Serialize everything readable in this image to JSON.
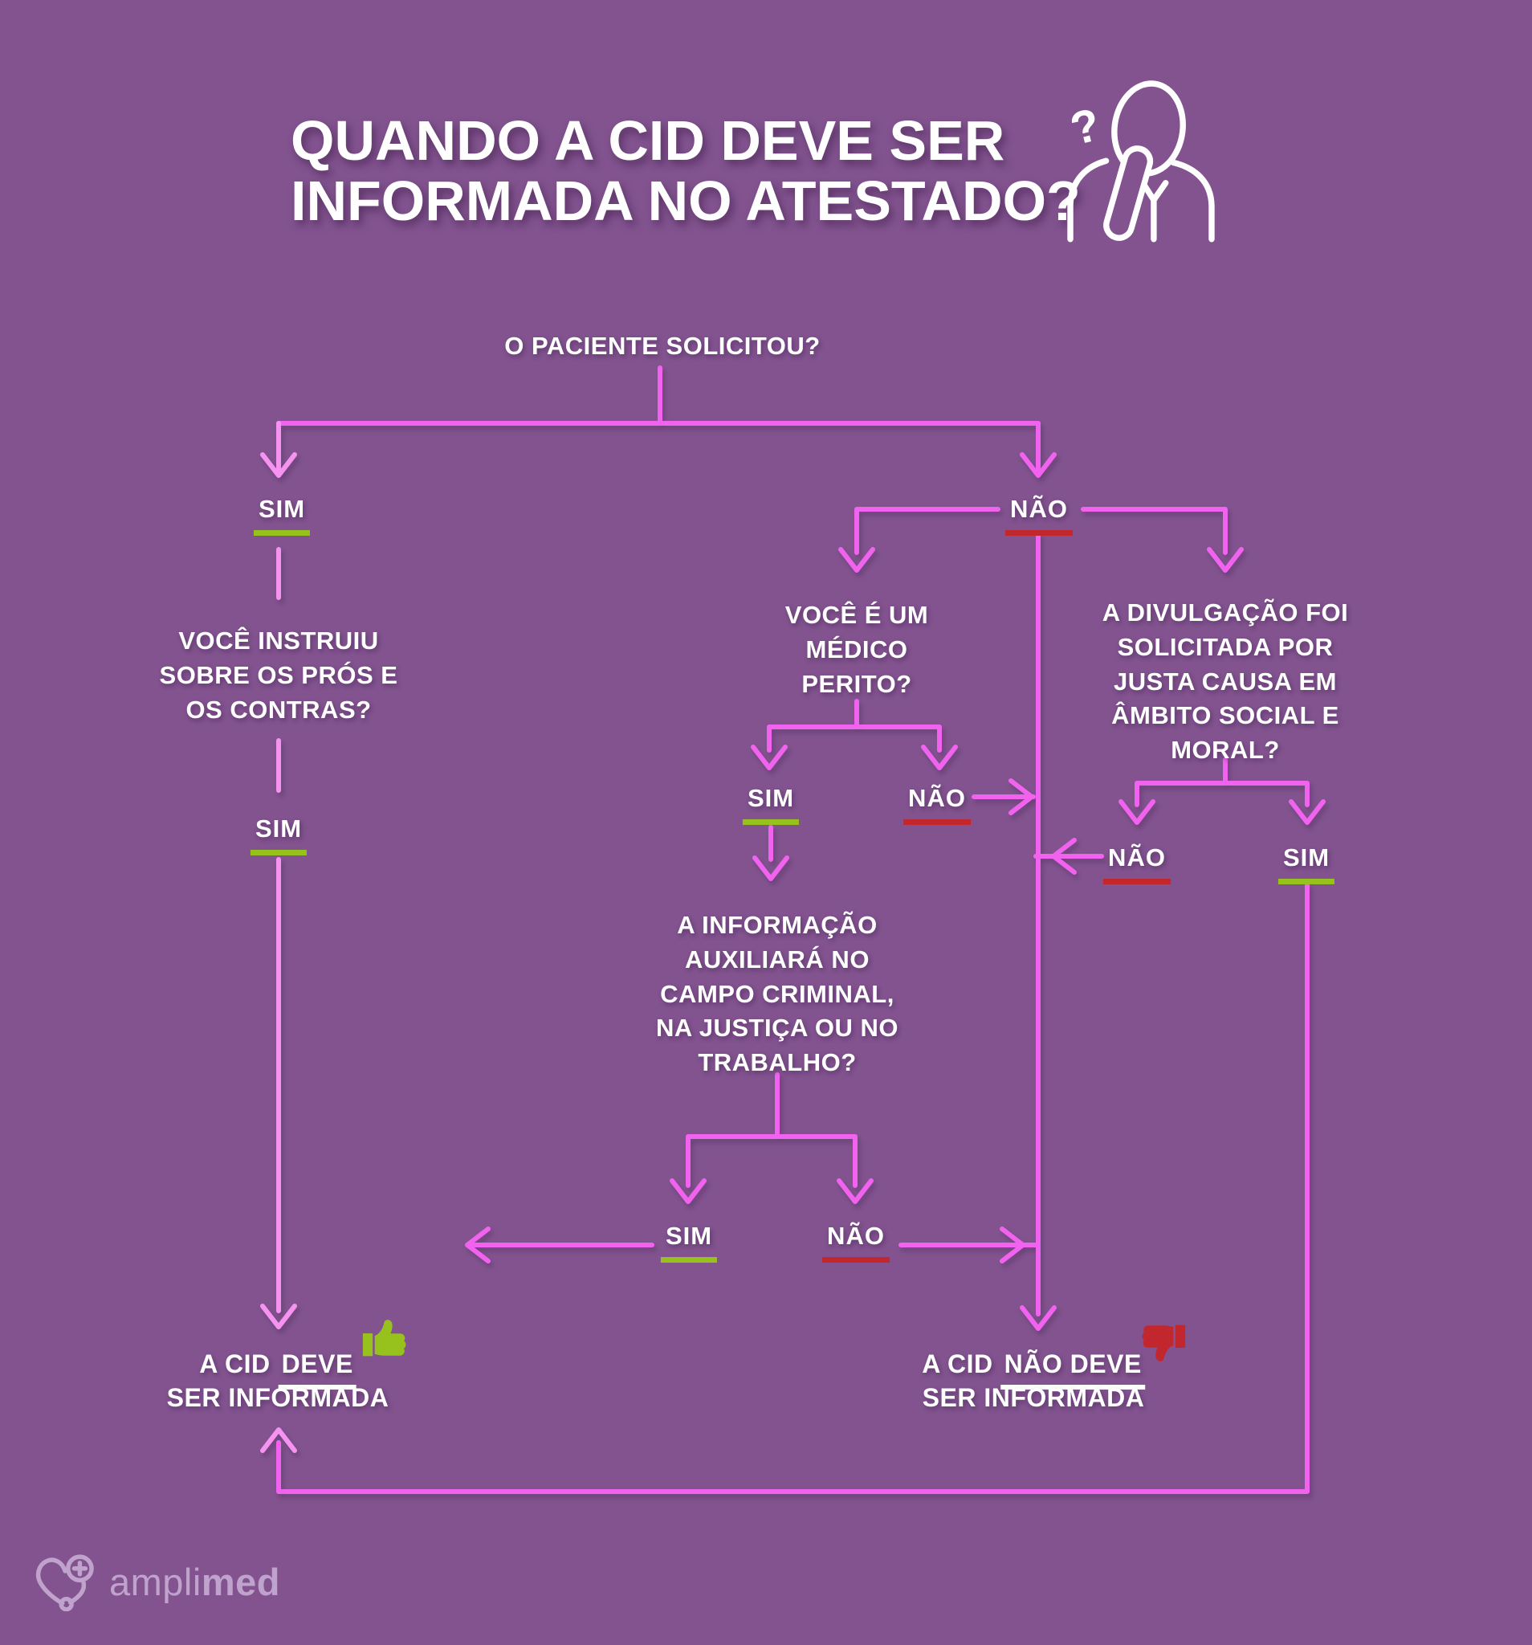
{
  "title": "QUANDO A CID DEVE SER INFORMADA NO ATESTADO?",
  "labels": {
    "yes": "SIM",
    "no": "NÃO"
  },
  "questions": {
    "start": "O PACIENTE SOLICITOU?",
    "instructed": "VOCÊ INSTRUIU SOBRE OS PRÓS E OS CONTRAS?",
    "expert": "VOCÊ É UM MÉDICO PERITO?",
    "disclosure": "A DIVULGAÇÃO FOI SOLICITADA POR JUSTA CAUSA EM ÂMBITO SOCIAL E MORAL?",
    "information": "A INFORMAÇÃO AUXILIARÁ NO CAMPO CRIMINAL, NA JUSTIÇA OU NO TRABALHO?"
  },
  "results": {
    "positive": {
      "prefix": "A CID",
      "underlined": "DEVE",
      "line2": "SER INFORMADA"
    },
    "negative": {
      "prefix": "A CID",
      "underlined": "NÃO DEVE",
      "line2": "SER INFORMADA"
    }
  },
  "icons": {
    "thinking": "thinking-person-icon",
    "thumb_up": "thumbs-up-icon",
    "thumb_down": "thumbs-down-icon",
    "logo_mark": "amplimed-heart-stethoscope-logo"
  },
  "footer": {
    "brand_light": "ampli",
    "brand_bold": "med"
  },
  "colors": {
    "bg": "#82538F",
    "pink": "#F163EF",
    "pink-light": "#F693F1",
    "green": "#97C21E",
    "red": "#C1272D",
    "text": "#FFFFFF",
    "logo": "#BFA3CD"
  }
}
